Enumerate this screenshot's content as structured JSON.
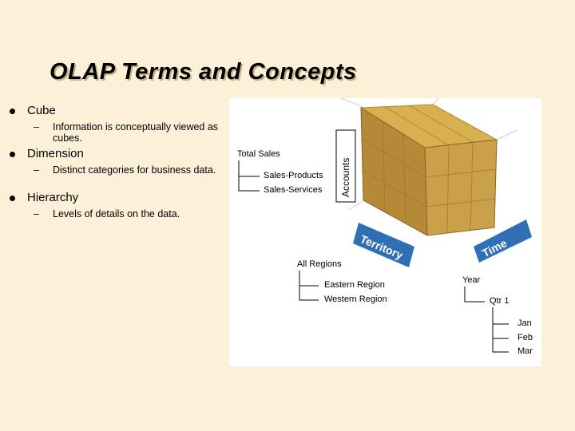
{
  "title": "OLAP Terms and Concepts",
  "bullets": [
    {
      "label": "Cube",
      "sub": "Information is conceptually viewed as cubes."
    },
    {
      "label": "Dimension",
      "sub": "Distinct categories for business data."
    },
    {
      "label": "Hierarchy",
      "sub": "Levels of details on the data."
    }
  ],
  "sub_marker": "–",
  "figure": {
    "accounts": {
      "axis_label": "Accounts",
      "root": "Total Sales",
      "children": [
        "Sales-Products",
        "Sales-Services"
      ]
    },
    "territory": {
      "axis_label": "Territory",
      "root": "All Regions",
      "children": [
        "Eastern Region",
        "Western Region"
      ]
    },
    "time": {
      "axis_label": "Time",
      "root": "Year",
      "level2": "Qtr 1",
      "months": [
        "Jan",
        "Feb",
        "Mar"
      ]
    }
  }
}
